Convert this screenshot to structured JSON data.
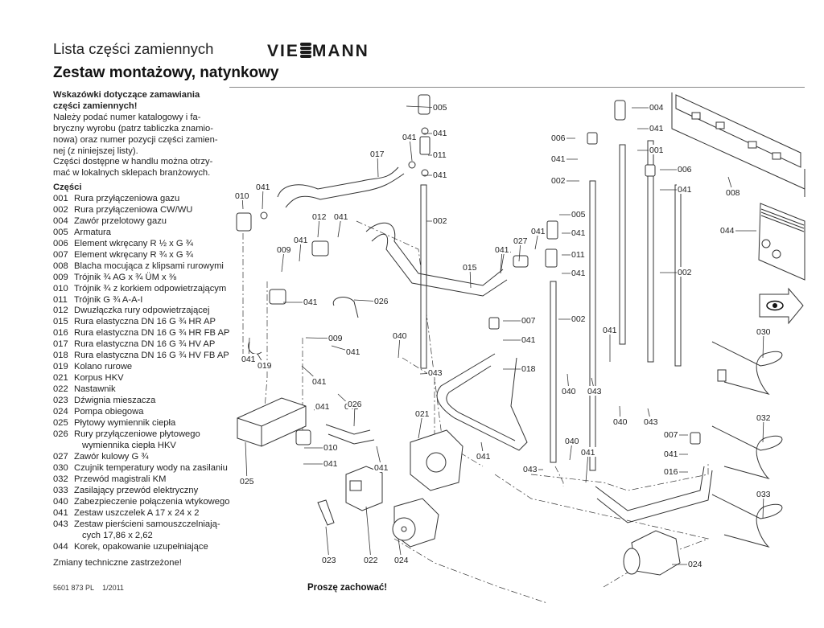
{
  "header": {
    "title": "Lista części zamiennych",
    "brand": {
      "left": "VIE",
      "right": "MANN"
    },
    "subtitle": "Zestaw montażowy, natynkowy"
  },
  "notes": {
    "heading_line1": "Wskazówki dotyczące zamawiania",
    "heading_line2": "części zamiennych!",
    "lines": [
      "Należy podać numer katalogowy i fa-",
      "bryczny wyrobu (patrz tabliczka znamio-",
      "nowa) oraz numer pozycji części zamien-",
      "nej (z niniejszej listy).",
      "Części dostępne w handlu można otrzy-",
      "mać w lokalnych sklepach branżowych."
    ]
  },
  "parts": {
    "heading": "Części",
    "items": [
      {
        "num": "001",
        "label": "Rura przyłączeniowa gazu"
      },
      {
        "num": "002",
        "label": "Rura przyłączeniowa CW/WU"
      },
      {
        "num": "004",
        "label": "Zawór przelotowy gazu"
      },
      {
        "num": "005",
        "label": "Armatura"
      },
      {
        "num": "006",
        "label": "Element wkręcany R ½ x G ¾"
      },
      {
        "num": "007",
        "label": "Element wkręcany R ¾ x G ¾"
      },
      {
        "num": "008",
        "label": "Blacha mocująca z klipsami rurowymi"
      },
      {
        "num": "009",
        "label": "Trójnik ¾ AG x ¾ ÜM x ⅜"
      },
      {
        "num": "010",
        "label": "Trójnik ¾ z korkiem odpowietrzającym"
      },
      {
        "num": "011",
        "label": "Trójnik G ¾ A-A-I"
      },
      {
        "num": "012",
        "label": "Dwuzłączka rury odpowietrzającej"
      },
      {
        "num": "015",
        "label": "Rura elastyczna DN 16 G ¾ HR AP"
      },
      {
        "num": "016",
        "label": "Rura elastyczna DN 16 G ¾ HR FB AP"
      },
      {
        "num": "017",
        "label": "Rura elastyczna DN 16 G ¾ HV AP"
      },
      {
        "num": "018",
        "label": "Rura elastyczna DN 16 G ¾ HV FB AP"
      },
      {
        "num": "019",
        "label": "Kolano rurowe"
      },
      {
        "num": "021",
        "label": "Korpus HKV"
      },
      {
        "num": "022",
        "label": "Nastawnik"
      },
      {
        "num": "023",
        "label": "Dźwignia mieszacza"
      },
      {
        "num": "024",
        "label": "Pompa obiegowa"
      },
      {
        "num": "025",
        "label": "Płytowy wymiennik ciepła"
      },
      {
        "num": "026",
        "label": "Rury przyłączeniowe płytowego",
        "cont": "wymiennika ciepła HKV"
      },
      {
        "num": "027",
        "label": "Zawór kulowy G ¾"
      },
      {
        "num": "030",
        "label": "Czujnik temperatury wody na zasilaniu"
      },
      {
        "num": "032",
        "label": "Przewód magistrali KM"
      },
      {
        "num": "033",
        "label": "Zasilający przewód elektryczny"
      },
      {
        "num": "040",
        "label": "Zabezpieczenie połączenia wtykowego"
      },
      {
        "num": "041",
        "label": "Zestaw uszczelek A 17 x 24 x 2"
      },
      {
        "num": "043",
        "label": "Zestaw pierścieni samouszczelniają-",
        "cont": "cych 17,86 x 2,62"
      },
      {
        "num": "044",
        "label": "Korek, opakowanie uzupełniające"
      }
    ]
  },
  "footer": {
    "changes": "Zmiany techniczne zastrzeżone!",
    "doc_number": "5601 873 PL",
    "date": "1/2011",
    "keep": "Proszę zachować!"
  },
  "diagram": {
    "icon": "eye-arrow-icon",
    "callouts": [
      {
        "id": "c005a",
        "text": "005"
      },
      {
        "id": "c041a",
        "text": "041"
      },
      {
        "id": "c011a",
        "text": "011"
      },
      {
        "id": "c041b",
        "text": "041"
      },
      {
        "id": "c041c",
        "text": "041"
      },
      {
        "id": "c017",
        "text": "017"
      },
      {
        "id": "c010a",
        "text": "010"
      },
      {
        "id": "c041d",
        "text": "041"
      },
      {
        "id": "c002a",
        "text": "002"
      },
      {
        "id": "c012",
        "text": "012"
      },
      {
        "id": "c041e",
        "text": "041"
      },
      {
        "id": "c041f",
        "text": "041"
      },
      {
        "id": "c009a",
        "text": "009"
      },
      {
        "id": "c015",
        "text": "015"
      },
      {
        "id": "c041g",
        "text": "041"
      },
      {
        "id": "c026a",
        "text": "026"
      },
      {
        "id": "c041h",
        "text": "041"
      },
      {
        "id": "c009b",
        "text": "009"
      },
      {
        "id": "c041i",
        "text": "041"
      },
      {
        "id": "c019",
        "text": "019"
      },
      {
        "id": "c041j",
        "text": "041"
      },
      {
        "id": "c041k",
        "text": "041"
      },
      {
        "id": "c041l",
        "text": "041"
      },
      {
        "id": "c040a",
        "text": "040"
      },
      {
        "id": "c043a",
        "text": "043"
      },
      {
        "id": "c041m",
        "text": "041"
      },
      {
        "id": "c026b",
        "text": "026"
      },
      {
        "id": "c021",
        "text": "021"
      },
      {
        "id": "c010b",
        "text": "010"
      },
      {
        "id": "c041n",
        "text": "041"
      },
      {
        "id": "c041o",
        "text": "041"
      },
      {
        "id": "c025",
        "text": "025"
      },
      {
        "id": "c041p",
        "text": "041"
      },
      {
        "id": "c023",
        "text": "023"
      },
      {
        "id": "c022",
        "text": "022"
      },
      {
        "id": "c024a",
        "text": "024"
      },
      {
        "id": "c006a",
        "text": "006"
      },
      {
        "id": "c041q",
        "text": "041"
      },
      {
        "id": "c002b",
        "text": "002"
      },
      {
        "id": "c005b",
        "text": "005"
      },
      {
        "id": "c041r",
        "text": "041"
      },
      {
        "id": "c027",
        "text": "027"
      },
      {
        "id": "c041s",
        "text": "041"
      },
      {
        "id": "c041t",
        "text": "041"
      },
      {
        "id": "c011b",
        "text": "011"
      },
      {
        "id": "c041u",
        "text": "041"
      },
      {
        "id": "c007a",
        "text": "007"
      },
      {
        "id": "c041v",
        "text": "041"
      },
      {
        "id": "c018",
        "text": "018"
      },
      {
        "id": "c002c",
        "text": "002"
      },
      {
        "id": "c040b",
        "text": "040"
      },
      {
        "id": "c043b",
        "text": "043"
      },
      {
        "id": "c040c",
        "text": "040"
      },
      {
        "id": "c043c",
        "text": "043"
      },
      {
        "id": "c041w",
        "text": "041"
      },
      {
        "id": "c004",
        "text": "004"
      },
      {
        "id": "c041x",
        "text": "041"
      },
      {
        "id": "c001",
        "text": "001"
      },
      {
        "id": "c006b",
        "text": "006"
      },
      {
        "id": "c041y",
        "text": "041"
      },
      {
        "id": "c002d",
        "text": "002"
      },
      {
        "id": "c041z",
        "text": "041"
      },
      {
        "id": "c040d",
        "text": "040"
      },
      {
        "id": "c043d",
        "text": "043"
      },
      {
        "id": "c008",
        "text": "008"
      },
      {
        "id": "c044",
        "text": "044"
      },
      {
        "id": "c030",
        "text": "030"
      },
      {
        "id": "c032",
        "text": "032"
      },
      {
        "id": "c033",
        "text": "033"
      },
      {
        "id": "c007b",
        "text": "007"
      },
      {
        "id": "c041aa",
        "text": "041"
      },
      {
        "id": "c016",
        "text": "016"
      },
      {
        "id": "c024b",
        "text": "024"
      }
    ]
  }
}
